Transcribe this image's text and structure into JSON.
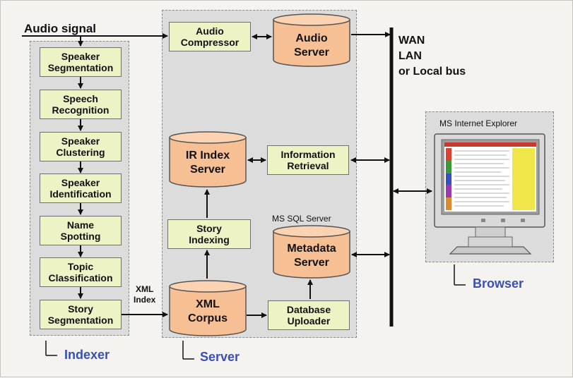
{
  "labels": {
    "audio_signal": "Audio signal",
    "network": "WAN\nLAN\nor Local bus",
    "xml_index": "XML\nIndex",
    "ms_sql_server": "MS SQL Server",
    "ms_internet_explorer": "MS Internet Explorer"
  },
  "indexer": {
    "steps": [
      "Speaker\nSegmentation",
      "Speech\nRecognition",
      "Speaker\nClustering",
      "Speaker\nIdentification",
      "Name\nSpotting",
      "Topic\nClassification",
      "Story\nSegmentation"
    ]
  },
  "server": {
    "audio_compressor": "Audio\nCompressor",
    "audio_server": "Audio\nServer",
    "ir_index_server": "IR Index\nServer",
    "information_retrieval": "Information\nRetrieval",
    "story_indexing": "Story\nIndexing",
    "metadata_server": "Metadata\nServer",
    "xml_corpus": "XML\nCorpus",
    "database_uploader": "Database\nUploader"
  },
  "groups": {
    "indexer": "Indexer",
    "server": "Server",
    "browser": "Browser"
  },
  "colors": {
    "box_fill": "#eef3c6",
    "cylinder_fill": "#f7bf94",
    "group_fill": "#dcdcdc",
    "caption_blue": "#3a4fb5"
  }
}
